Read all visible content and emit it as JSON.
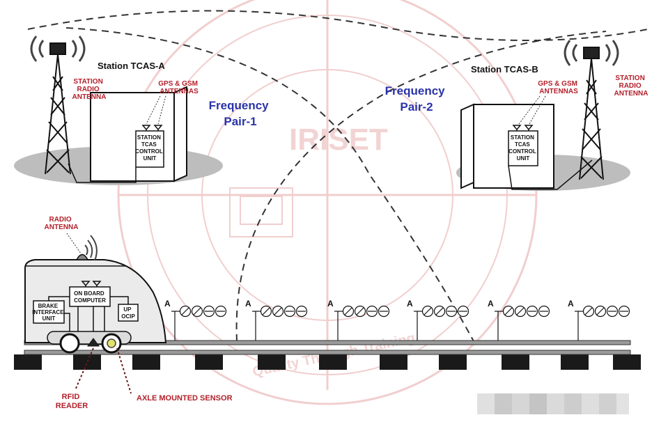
{
  "stations": {
    "a": {
      "title": "Station TCAS-A",
      "radio_antenna": [
        "STATION",
        "RADIO",
        "ANTENNA"
      ],
      "gps_gsm": [
        "GPS & GSM",
        "ANTENNAS"
      ],
      "control_unit": [
        "STATION",
        "TCAS",
        "CONTROL",
        "UNIT"
      ]
    },
    "b": {
      "title": "Station TCAS-B",
      "radio_antenna": [
        "STATION",
        "RADIO",
        "ANTENNA"
      ],
      "gps_gsm": [
        "GPS & GSM",
        "ANTENNAS"
      ],
      "control_unit": [
        "STATION",
        "TCAS",
        "CONTROL",
        "UNIT"
      ]
    }
  },
  "frequency": {
    "pair1": [
      "Frequency",
      "Pair-1"
    ],
    "pair2": [
      "Frequency",
      "Pair-2"
    ]
  },
  "locomotive": {
    "radio_antenna": [
      "RADIO",
      "ANTENNA"
    ],
    "on_board_computer": [
      "ON BOARD",
      "COMPUTER"
    ],
    "brake_interface": [
      "BRAKE",
      "INTERFACE",
      "UNIT"
    ],
    "up_ocip": [
      "UP",
      "OCIP"
    ]
  },
  "bottom_labels": {
    "rfid": [
      "RFID",
      "READER"
    ],
    "axle_sensor": "AXLE MOUNTED SENSOR"
  },
  "rfid_tag_letter": "A",
  "watermark": {
    "center_text": "IRISET",
    "bottom_text": "Quality Through Training"
  },
  "colors": {
    "label_red": "#b3202a",
    "frequency_blue": "#2a33a8",
    "watermark": "#e7a7a7"
  }
}
